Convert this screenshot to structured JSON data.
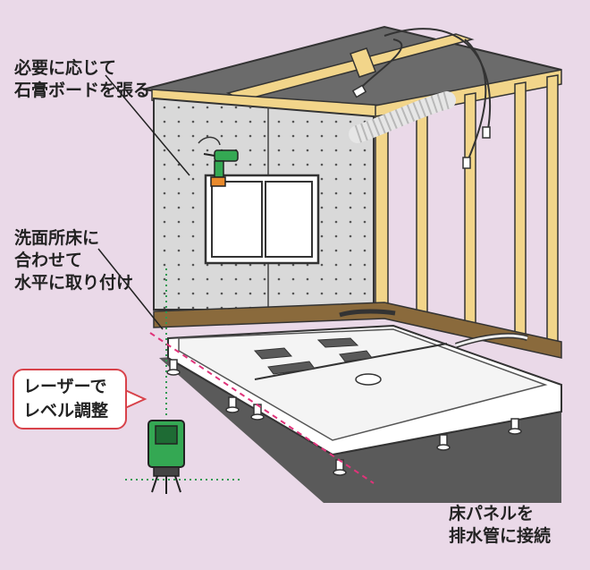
{
  "labels": {
    "board": [
      "必要に応じて",
      "石膏ボードを張る"
    ],
    "level_fit": [
      "洗面所床に",
      "合わせて",
      "水平に取り付け"
    ],
    "laser": [
      "レーザーで",
      "レベル調整"
    ],
    "floor_panel": [
      "床パネルを",
      "排水管に接続"
    ]
  },
  "colors": {
    "background": "#ead9e8",
    "gypsum_board": "#d9d9d9",
    "lumber": "#f2d58a",
    "floor_beam": "#8a6a3c",
    "panel": "#ffffff",
    "laser_body": "#34a853",
    "laser_line": "#2e9a52",
    "dashed_line": "#e0337a",
    "callout_border": "#d8424a"
  },
  "icons": [
    "drill-icon",
    "laser-level-icon",
    "ceiling-light-icon",
    "duct-hose-icon"
  ]
}
